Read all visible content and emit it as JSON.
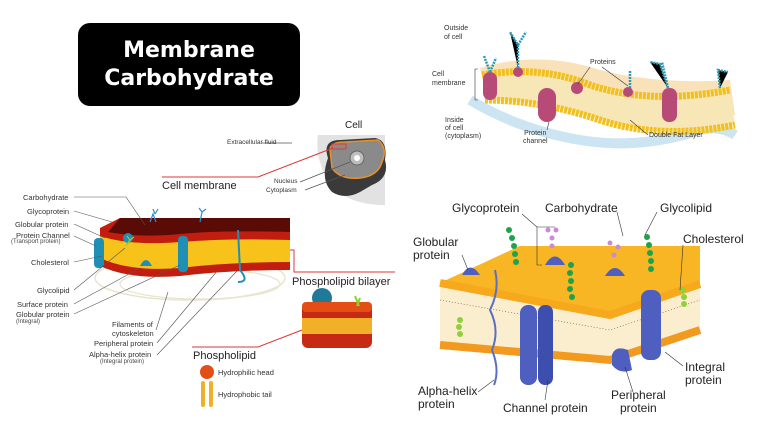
{
  "title": {
    "line1": "Membrane",
    "line2": "Carbohydrate"
  },
  "left_diagram": {
    "cell_inset": {
      "title": "Cell",
      "extracellular_fluid": "Extracellular fluid",
      "nucleus": "Nucleus",
      "cytoplasm": "Cytoplasm",
      "cell_membrane": "Cell membrane"
    },
    "labels_left": [
      {
        "text": "Carbohydrate"
      },
      {
        "text": "Glycoprotein"
      },
      {
        "text": "Globular protein"
      },
      {
        "text": "Protein Channel"
      },
      {
        "text": "(Transport protein)"
      },
      {
        "text": "Cholesterol"
      },
      {
        "text": "Glycolipid"
      },
      {
        "text": "Surface protein"
      },
      {
        "text": "Globular protein"
      },
      {
        "text": "(Integral)"
      }
    ],
    "labels_bottom": [
      {
        "text": "Filaments of"
      },
      {
        "text": "cytoskeleton"
      },
      {
        "text": "Peripheral protein"
      },
      {
        "text": "Alpha-helix protein"
      },
      {
        "text": "(Integral protein)"
      }
    ],
    "phospholipid_bilayer": "Phospholipid bilayer",
    "phospholipid": "Phospholipid",
    "hydrophilic_head": "Hydrophilic head",
    "hydrophobic_tail": "Hydrophobic tail"
  },
  "top_right_diagram": {
    "outside_cell": [
      "Outside",
      "of cell"
    ],
    "cell_membrane": [
      "Cell",
      "membrane"
    ],
    "inside_cell": [
      "Inside",
      "of cell",
      "(cytoplasm)"
    ],
    "proteins": "Proteins",
    "protein_channel": [
      "Protein",
      "channel"
    ],
    "double_fat_layer": "Double Fat Layer"
  },
  "bottom_right_diagram": {
    "glycoprotein": "Glycoprotein",
    "carbohydrate": "Carbohydrate",
    "glycolipid": "Glycolipid",
    "globular_protein": [
      "Globular",
      "protein"
    ],
    "cholesterol": "Cholesterol",
    "alpha_helix_protein": [
      "Alpha-helix",
      "protein"
    ],
    "channel_protein": "Channel protein",
    "peripheral_protein": [
      "Peripheral",
      "protein"
    ],
    "integral_protein": [
      "Integral",
      "protein"
    ]
  },
  "colors": {
    "title_bg": "#000000",
    "title_text": "#ffffff",
    "leader_red": "#d93a3a",
    "lipid_orange": "#f5a623",
    "protein_blue": "#5a6fc4",
    "protein_teal": "#1f8fb5",
    "protein_pink": "#c0507a",
    "glyco_green": "#1fa34a"
  }
}
